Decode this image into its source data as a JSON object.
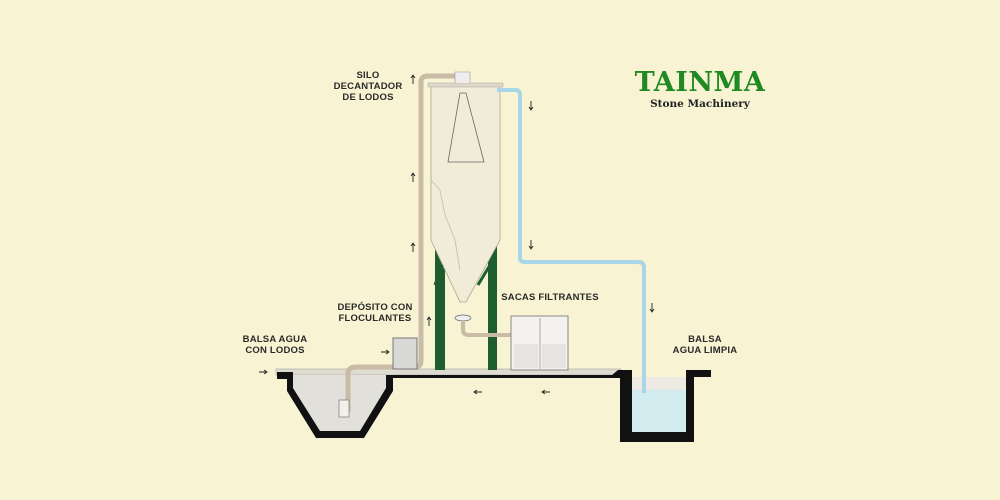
{
  "brand": {
    "name": "TAINMA",
    "subtitle": "Stone Machinery"
  },
  "labels": {
    "silo": [
      "SILO",
      "DECANTADOR",
      "DE LODOS"
    ],
    "deposito": [
      "DEPÓSITO CON",
      "FLOCULANTES"
    ],
    "sacas": "SACAS FILTRANTES",
    "balsa_lodos": [
      "BALSA AGUA",
      "CON LODOS"
    ],
    "balsa_limpia": [
      "BALSA",
      "AGUA LIMPIA"
    ]
  },
  "colors": {
    "background": "#f8f3d2",
    "brand": "#1f8a22",
    "legs": "#1e5e2e",
    "sludge_pipe": "#c9bba5",
    "clean_pipe": "#a9d6e6",
    "silo": "#f1ecd8"
  }
}
